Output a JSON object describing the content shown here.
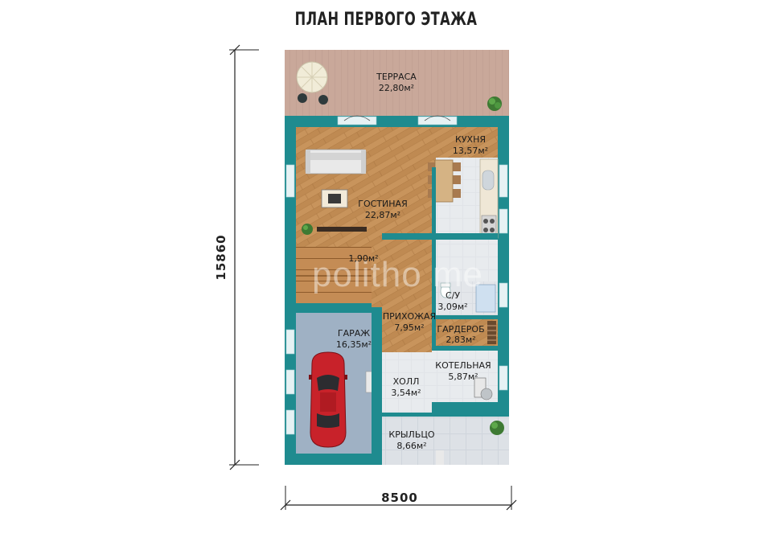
{
  "title": "ПЛАН ПЕРВОГО ЭТАЖА",
  "watermark": "politho me",
  "dimensions": {
    "width": "8500",
    "height": "15860"
  },
  "rooms": {
    "terrace": {
      "name": "ТЕРРАСА",
      "area": "22,80м²"
    },
    "kitchen": {
      "name": "КУХНЯ",
      "area": "13,57м²"
    },
    "living": {
      "name": "ГОСТИНАЯ",
      "area": "22,87м²"
    },
    "stairs": {
      "area": "1,90м²"
    },
    "wc": {
      "name": "С/У",
      "area": "3,09м²"
    },
    "hallway": {
      "name": "ПРИХОЖАЯ",
      "area": "7,95м²"
    },
    "wardrobe": {
      "name": "ГАРДЕРОБ",
      "area": "2,83м²"
    },
    "garage": {
      "name": "ГАРАЖ",
      "area": "16,35м²"
    },
    "boiler": {
      "name": "КОТЕЛЬНАЯ",
      "area": "5,87м²"
    },
    "hall": {
      "name": "ХОЛЛ",
      "area": "3,54м²"
    },
    "porch": {
      "name": "КРЫЛЬЦО",
      "area": "8,66м²"
    }
  },
  "colors": {
    "wall": "#1f8b8f",
    "wood": "#c8945c",
    "terrace": "#c9a89a",
    "garage_floor": "#9fb1c4",
    "tile": "#dfe3e8",
    "car": "#c8222a"
  }
}
